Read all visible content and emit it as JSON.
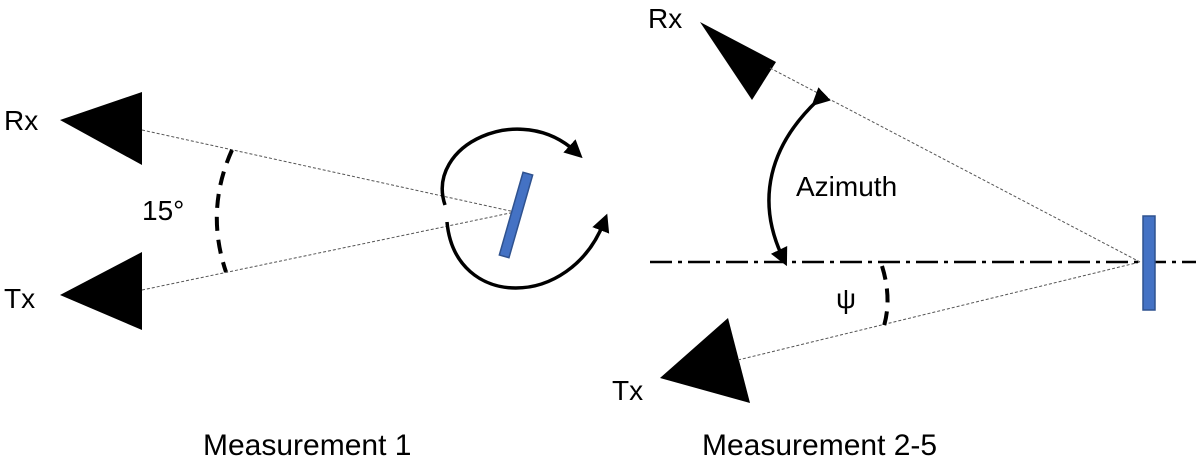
{
  "measurement1": {
    "rx_label": "Rx",
    "tx_label": "Tx",
    "angle_label": "15°",
    "caption": "Measurement 1"
  },
  "measurement2": {
    "rx_label": "Rx",
    "tx_label": "Tx",
    "azimuth_label": "Azimuth",
    "psi_label": "ψ",
    "caption": "Measurement 2-5"
  },
  "colors": {
    "antenna": "#000000",
    "target": "#4472c4",
    "lines": "#555555"
  }
}
